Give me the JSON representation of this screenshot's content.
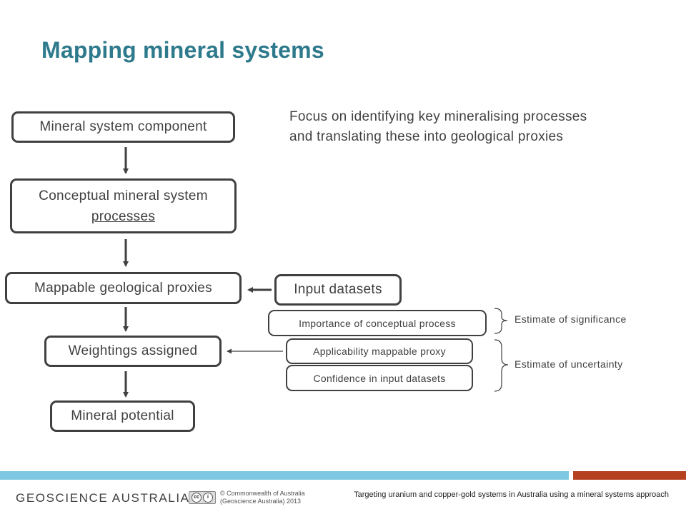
{
  "slide": {
    "title": "Mapping mineral systems",
    "focus_text": [
      "Focus on identifying key mineralising processes",
      "and translating these into geological proxies"
    ]
  },
  "flow": {
    "component": "Mineral system component",
    "conceptual_line1": "Conceptual mineral system",
    "conceptual_line2": "processes",
    "proxies": "Mappable geological proxies",
    "weightings": "Weightings assigned",
    "potential": "Mineral potential"
  },
  "side": {
    "input_datasets": "Input datasets",
    "importance": "Importance of conceptual process",
    "applicability": "Applicability mappable proxy",
    "confidence": "Confidence in input datasets",
    "estimate_significance": "Estimate of significance",
    "estimate_uncertainty": "Estimate of uncertainty"
  },
  "colors": {
    "title": "#2e7a8c",
    "text": "#404040",
    "footer_blue": "#7ec8e3",
    "footer_red": "#b5411f"
  },
  "footer": {
    "brand": "GEOSCIENCE AUSTRALIA",
    "license_icon": "creative-commons-badge",
    "copyright_line1": "© Commonwealth of Australia",
    "copyright_line2": "(Geoscience Australia) 2013",
    "citation": "Targeting uranium and copper-gold systems in Australia using a mineral systems approach"
  }
}
